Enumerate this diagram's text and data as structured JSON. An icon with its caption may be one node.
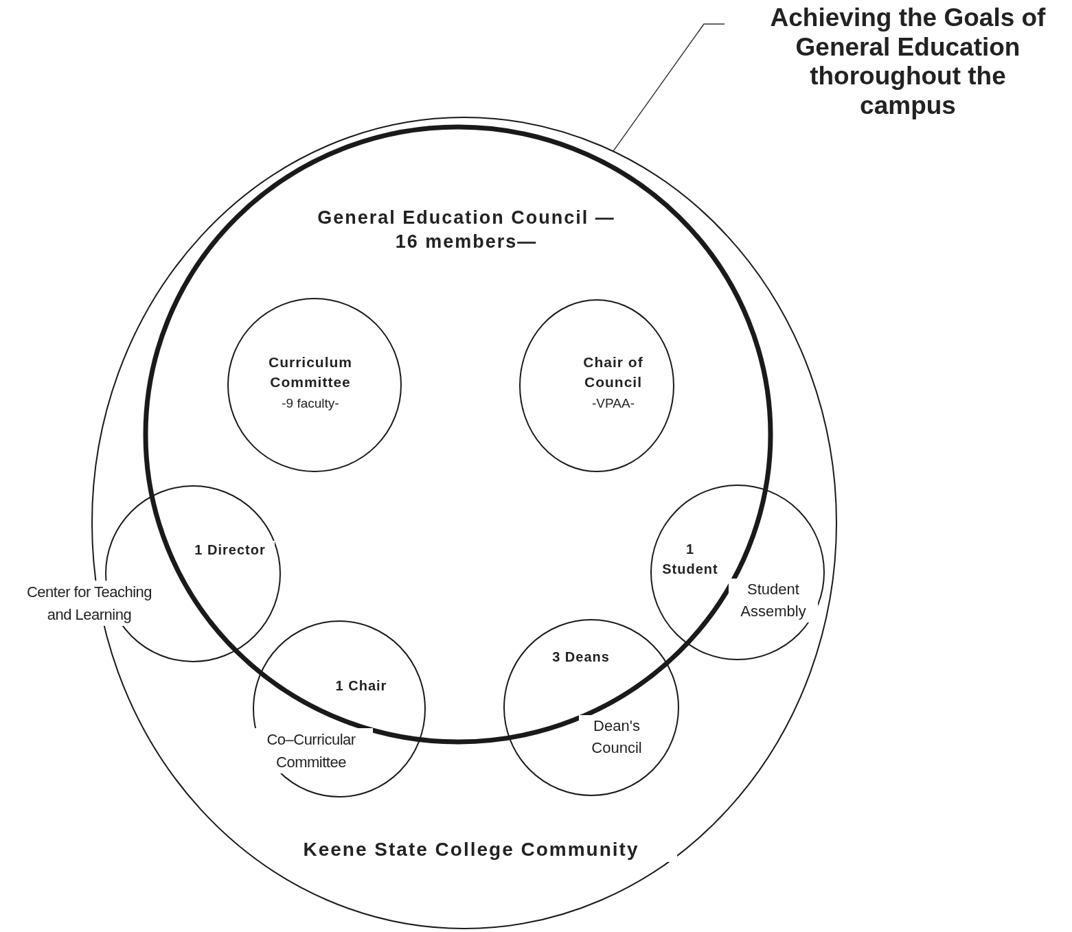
{
  "diagram": {
    "nodes": [
      {
        "text": [
          "Achieving the Goals of General Education thoroughout the campus"
        ]
      },
      {
        "text": [
          "Keene State College Community"
        ]
      },
      {
        "text": [
          "General Education Council —16 members—"
        ],
        "in": 1
      },
      {
        "text": [
          "Curriculum Committee",
          "-9 faculty-"
        ],
        "in": 2
      },
      {
        "text": [
          "Chair of Council",
          "-VPAA-"
        ],
        "in": 2
      },
      {
        "text": [
          "1 Director",
          "Center for Teaching and Learning"
        ],
        "in": 1
      },
      {
        "text": [
          "1 Student",
          "Student Assembly"
        ],
        "in": 1
      },
      {
        "text": [
          "1 Chair",
          "Co–Curricular Committee"
        ],
        "in": 1
      },
      {
        "text": [
          "3 Deans",
          "Dean's Council"
        ],
        "in": 1
      }
    ],
    "edges": [
      {
        "from": 0,
        "to": 1,
        "arrow": "none"
      }
    ]
  }
}
